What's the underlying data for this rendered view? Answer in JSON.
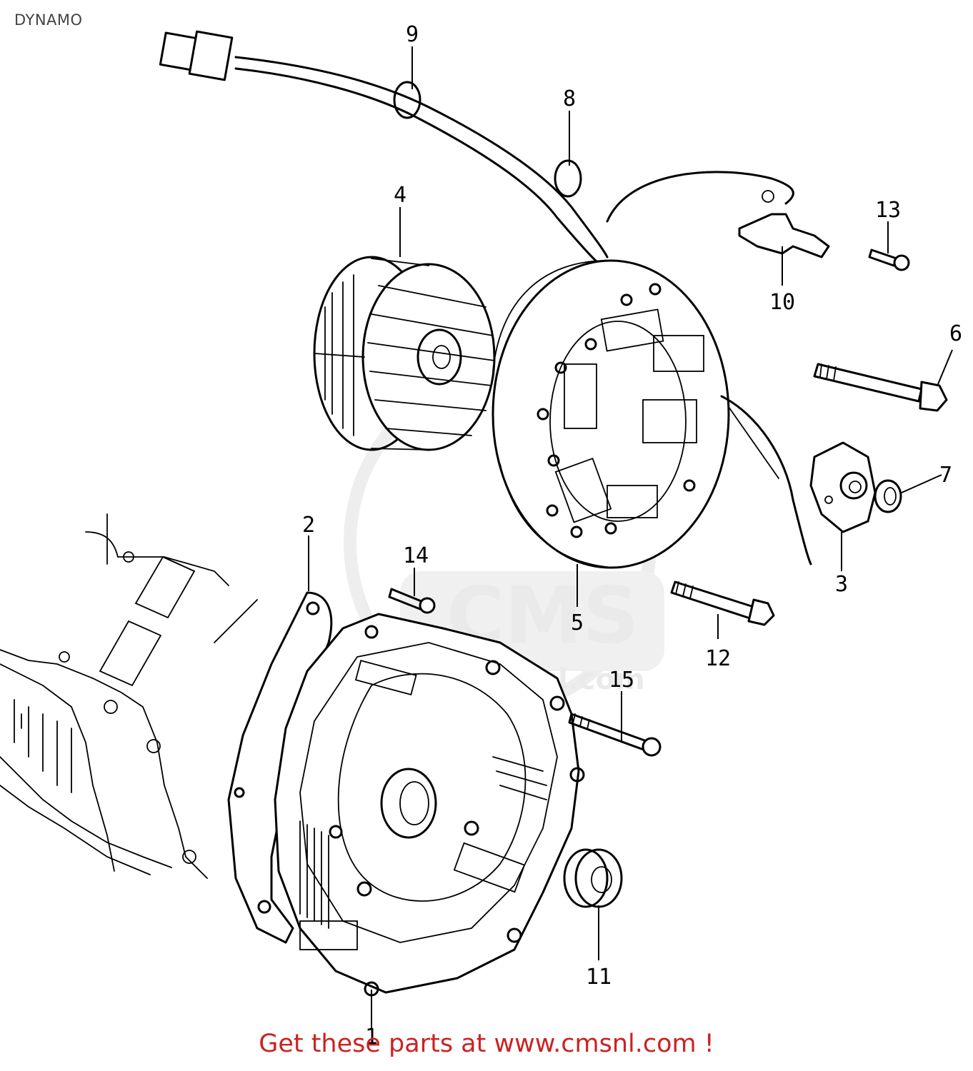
{
  "header": {
    "title": "DYNAMO"
  },
  "watermark": {
    "brand": "CMS",
    "domain": "sl.com",
    "color": "#e6e6e6"
  },
  "callouts": [
    {
      "id": "1",
      "label": "1"
    },
    {
      "id": "2",
      "label": "2"
    },
    {
      "id": "3",
      "label": "3"
    },
    {
      "id": "4",
      "label": "4"
    },
    {
      "id": "5",
      "label": "5"
    },
    {
      "id": "6",
      "label": "6"
    },
    {
      "id": "7",
      "label": "7"
    },
    {
      "id": "8",
      "label": "8"
    },
    {
      "id": "9",
      "label": "9"
    },
    {
      "id": "10",
      "label": "10"
    },
    {
      "id": "11",
      "label": "11"
    },
    {
      "id": "12",
      "label": "12"
    },
    {
      "id": "13",
      "label": "13"
    },
    {
      "id": "14",
      "label": "14"
    },
    {
      "id": "15",
      "label": "15"
    }
  ],
  "footer": {
    "link_text": "Get these parts at www.cmsnl.com !",
    "color": "#cc2222"
  }
}
